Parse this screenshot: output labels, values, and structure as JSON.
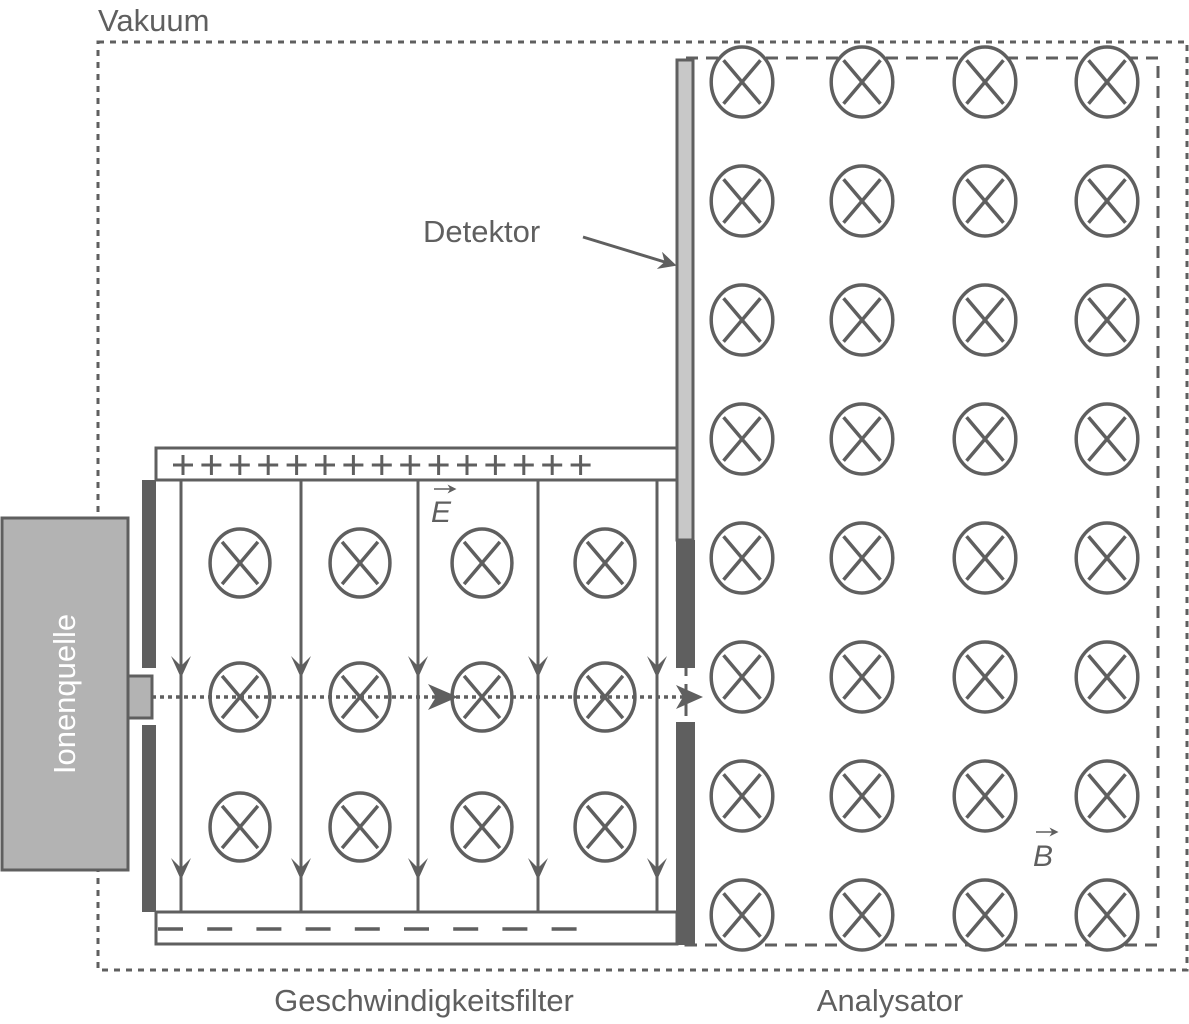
{
  "labels": {
    "vacuum": "Vakuum",
    "detector": "Detektor",
    "ion_source": "Ionenquelle",
    "velocity_filter": "Geschwindigkeitsfilter",
    "analyzer": "Analysator",
    "e_field": "E",
    "b_field": "B"
  },
  "filter": {
    "plus_count": 15,
    "minus_count": 9,
    "field_line_count": 5,
    "b_rows": 3,
    "b_cols": 4
  },
  "analyzer": {
    "b_rows": 8,
    "b_cols": 4
  },
  "colors": {
    "stroke": "#5f5f5f",
    "source_fill": "#b3b3b3",
    "detector_fill": "#c8c8c8"
  }
}
